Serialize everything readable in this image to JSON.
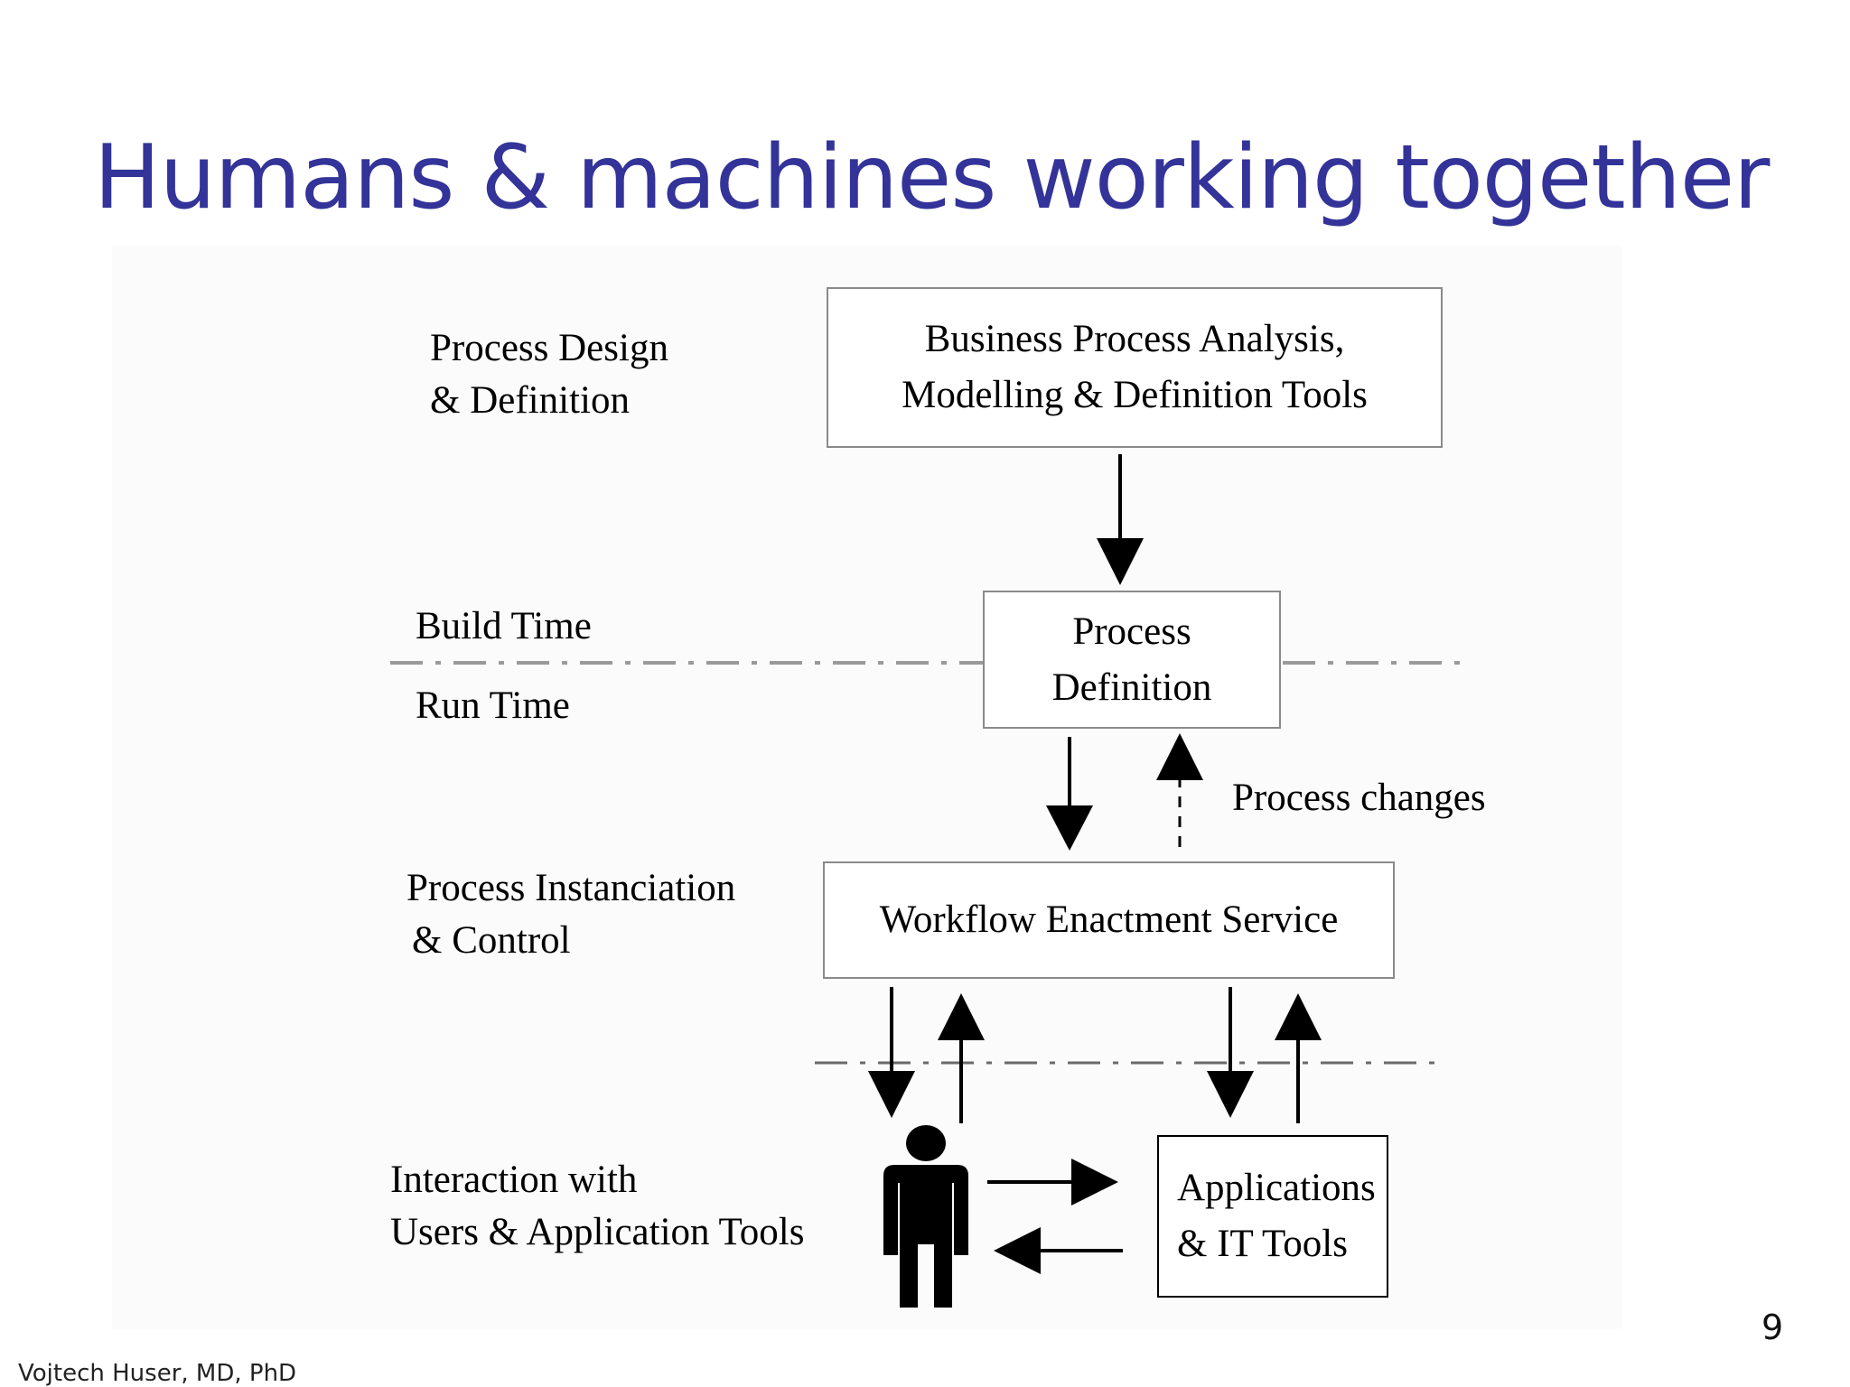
{
  "slide": {
    "title": "Humans & machines working together",
    "title_color": "#333399",
    "author": "Vojtech Huser, MD, PhD",
    "page_number": "9"
  },
  "diagram": {
    "side_labels": {
      "design": [
        "Process Design",
        "& Definition"
      ],
      "build_time": "Build Time",
      "run_time": "Run Time",
      "instanciation": [
        "Process Instanciation",
        "& Control"
      ],
      "interaction": [
        "Interaction with",
        "Users & Application Tools"
      ]
    },
    "boxes": {
      "analysis_tools": [
        "Business Process Analysis,",
        "Modelling & Definition Tools"
      ],
      "process_definition": [
        "Process",
        "Definition"
      ],
      "enactment_service": "Workflow Enactment Service",
      "applications": [
        "Applications",
        "& IT Tools"
      ]
    },
    "annotations": {
      "process_changes": "Process changes"
    },
    "icons": {
      "user": "person-icon"
    }
  }
}
